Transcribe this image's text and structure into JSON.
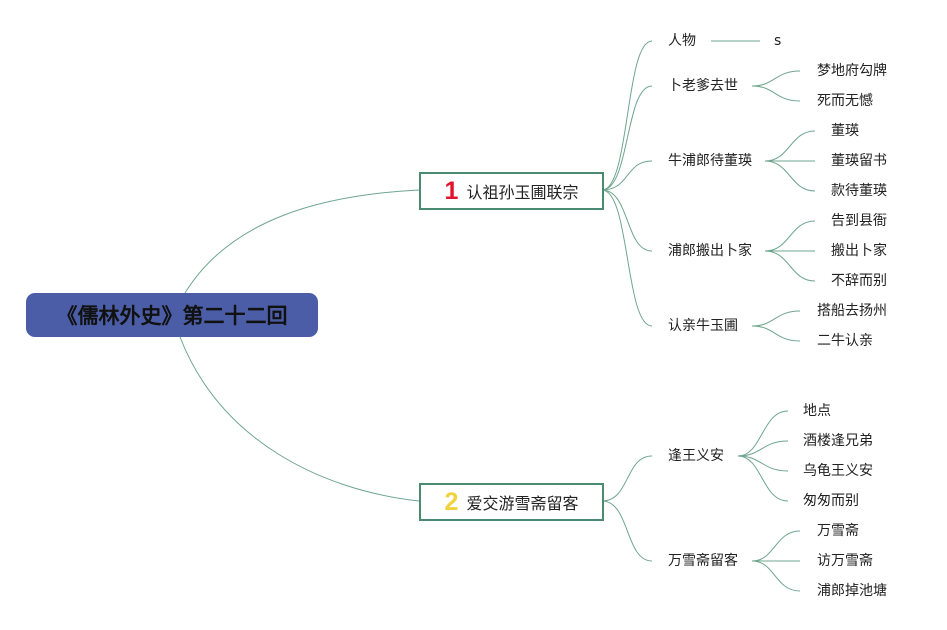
{
  "root": {
    "label": "《儒林外史》第二十二回"
  },
  "branches": [
    {
      "number": "1",
      "number_color": "#e0142d",
      "label": "认祖孙玉圃联宗",
      "children": [
        {
          "label": "人物",
          "note": "s"
        },
        {
          "label": "卜老爹去世",
          "children": [
            "梦地府勾牌",
            "死而无憾"
          ]
        },
        {
          "label": "牛浦郎待董瑛",
          "children": [
            "董瑛",
            "董瑛留书",
            "款待董瑛"
          ]
        },
        {
          "label": "浦郎搬出卜家",
          "children": [
            "告到县衙",
            "搬出卜家",
            "不辞而别"
          ]
        },
        {
          "label": "认亲牛玉圃",
          "children": [
            "搭船去扬州",
            "二牛认亲"
          ]
        }
      ]
    },
    {
      "number": "2",
      "number_color": "#f2d23c",
      "label": "爱交游雪斋留客",
      "children": [
        {
          "label": "逢王义安",
          "children": [
            "地点",
            "酒楼逢兄弟",
            "乌龟王义安",
            "匆匆而别"
          ]
        },
        {
          "label": "万雪斋留客",
          "children": [
            "万雪斋",
            "访万雪斋",
            "浦郎掉池塘"
          ]
        }
      ]
    }
  ],
  "colors": {
    "root_bg": "#4a5da6",
    "branch_border": "#4a8a70",
    "line": "#6fa58f"
  }
}
